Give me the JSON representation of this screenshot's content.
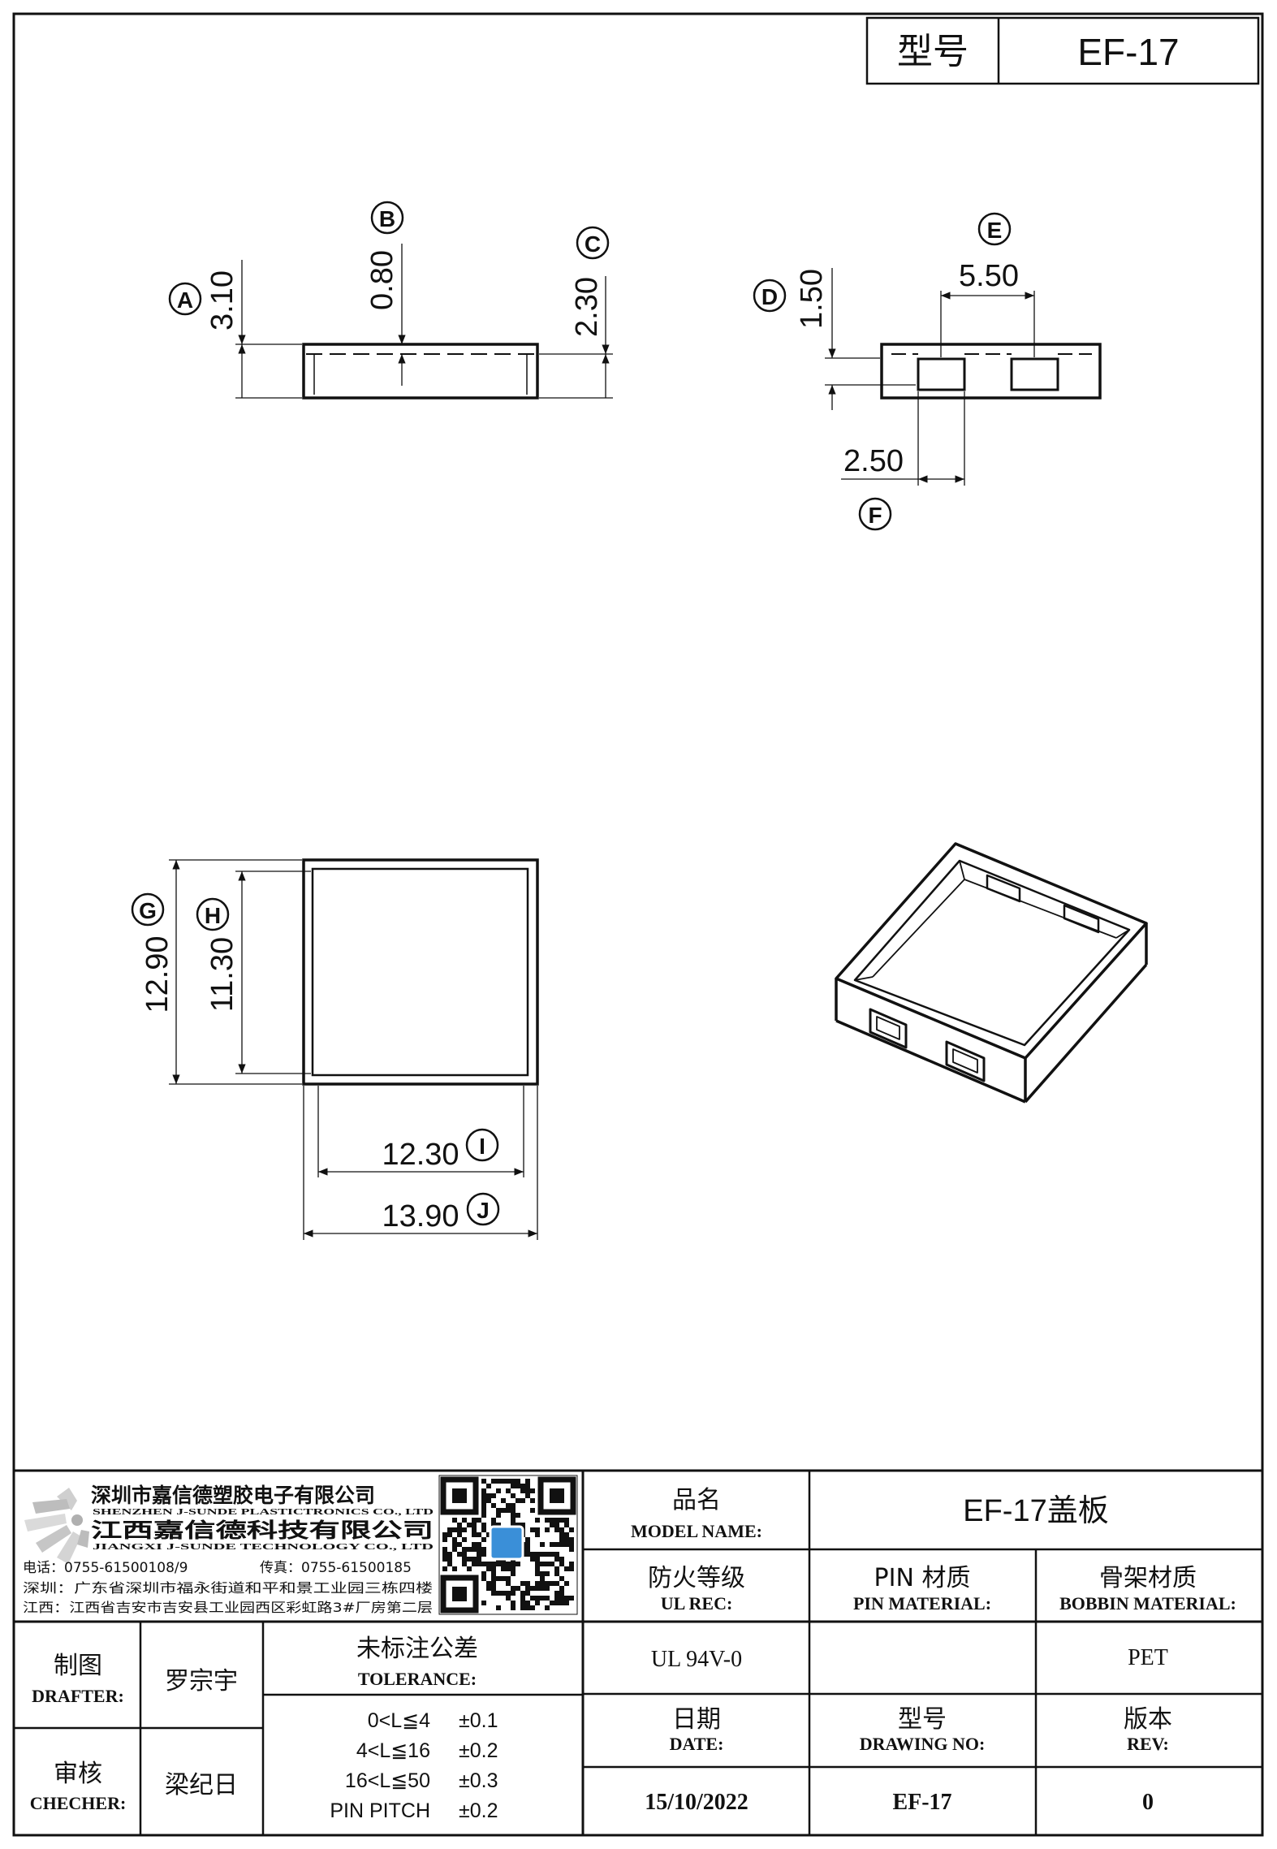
{
  "header": {
    "model_label": "型号",
    "model_value": "EF-17"
  },
  "dimensions": {
    "A": {
      "letter": "A",
      "value": "3.10"
    },
    "B": {
      "letter": "B",
      "value": "0.80"
    },
    "C": {
      "letter": "C",
      "value": "2.30"
    },
    "D": {
      "letter": "D",
      "value": "1.50"
    },
    "E": {
      "letter": "E",
      "value": "5.50"
    },
    "F": {
      "letter": "F",
      "value": "2.50"
    },
    "G": {
      "letter": "G",
      "value": "12.90"
    },
    "H": {
      "letter": "H",
      "value": "11.30"
    },
    "I": {
      "letter": "I",
      "value": "12.30"
    },
    "J": {
      "letter": "J",
      "value": "13.90"
    }
  },
  "company": {
    "name_sz": "深圳市嘉信德塑胶电子有限公司",
    "name_sz_en": "SHENZHEN J-SUNDE PLASTICTRONICS CO., LTD",
    "name_jx": "江西嘉信德科技有限公司",
    "name_jx_en": "JIANGXI J-SUNDE TECHNOLOGY CO., LTD",
    "phone": "电话：0755-61500108/9",
    "fax": "传真：0755-61500185",
    "addr_sz": "深圳：广东省深圳市福永街道和平和景工业园三栋四楼",
    "addr_jx": "江西：江西省吉安市吉安县工业园西区彩虹路3#厂房第二层"
  },
  "title_block": {
    "model_name_cn": "品名",
    "model_name_en": "MODEL NAME:",
    "model_name_value": "EF-17盖板",
    "ul_cn": "防火等级",
    "ul_en": "UL REC:",
    "pin_cn": "PIN 材质",
    "pin_en": "PIN MATERIAL:",
    "bobbin_cn": "骨架材质",
    "bobbin_en": "BOBBIN MATERIAL:",
    "drafter_cn": "制图",
    "drafter_en": "DRAFTER:",
    "drafter_name": "罗宗宇",
    "checker_cn": "审核",
    "checker_en": "CHECHER:",
    "checker_name": "梁纪日",
    "tolerance_cn": "未标注公差",
    "tolerance_en": "TOLERANCE:",
    "tolerances": [
      {
        "range": "0<L≦4",
        "value": "±0.1"
      },
      {
        "range": "4<L≦16",
        "value": "±0.2"
      },
      {
        "range": "16<L≦50",
        "value": "±0.3"
      },
      {
        "range": "PIN PITCH",
        "value": "±0.2"
      }
    ],
    "ul_value": "UL 94V-0",
    "pin_value": "",
    "bobbin_value": "PET",
    "date_cn": "日期",
    "date_en": "DATE:",
    "drawing_no_cn": "型号",
    "drawing_no_en": "DRAWING NO:",
    "rev_cn": "版本",
    "rev_en": "REV:",
    "date_value": "15/10/2022",
    "drawing_no_value": "EF-17",
    "rev_value": "0"
  }
}
